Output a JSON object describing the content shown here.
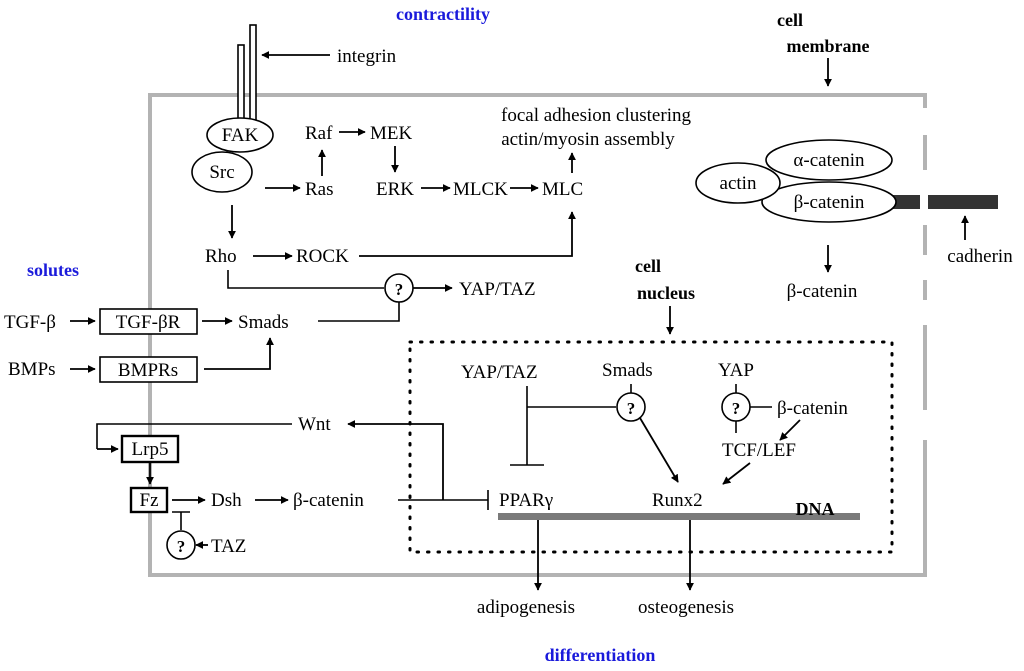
{
  "headers": {
    "contractility": "contractility",
    "solutes": "solutes",
    "differentiation": "differentiation",
    "cell_membrane_line1": "cell",
    "cell_membrane_line2": "membrane",
    "cell_nucleus_line1": "cell",
    "cell_nucleus_line2": "nucleus",
    "dna": "DNA"
  },
  "colors": {
    "header_blue": "#1a1adb",
    "membrane_gray": "#b3b3b3",
    "dna_bar": "#7a7a7a",
    "cadherin_bar": "#333333"
  },
  "nodes": {
    "integrin": "integrin",
    "fak": "FAK",
    "src": "Src",
    "raf": "Raf",
    "mek": "MEK",
    "ras": "Ras",
    "erk": "ERK",
    "mlck": "MLCK",
    "mlc": "MLC",
    "focal_line1": "focal adhesion clustering",
    "focal_line2": "actin/myosin assembly",
    "rho": "Rho",
    "rock": "ROCK",
    "yap_taz_top": "YAP/TAZ",
    "question": "?",
    "tgfb": "TGF-β",
    "tgfbr": "TGF-βR",
    "smads_left": "Smads",
    "bmps": "BMPs",
    "bmprs": "BMPRs",
    "wnt": "Wnt",
    "lrp5": "Lrp5",
    "fz": "Fz",
    "dsh": "Dsh",
    "beta_catenin_left": "β-catenin",
    "taz": "TAZ",
    "actin": "actin",
    "alpha_catenin": "α-catenin",
    "beta_catenin_complex": "β-catenin",
    "cadherin": "cadherin",
    "beta_catenin_free": "β-catenin",
    "yap_taz_nucleus": "YAP/TAZ",
    "smads_nucleus": "Smads",
    "yap_nucleus": "YAP",
    "beta_catenin_nucleus": "β-catenin",
    "tcf_lef": "TCF/LEF",
    "ppar": "PPARγ",
    "runx2": "Runx2",
    "adipogenesis": "adipogenesis",
    "osteogenesis": "osteogenesis"
  }
}
